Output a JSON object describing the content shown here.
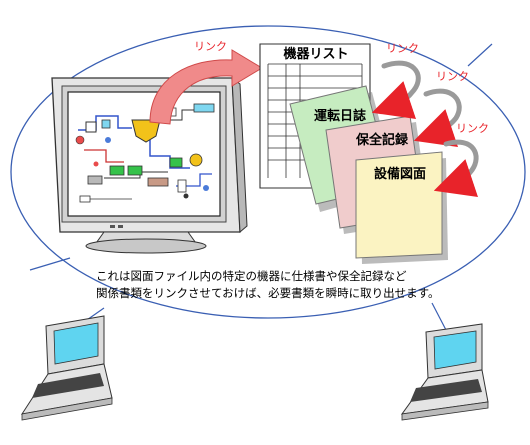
{
  "link_labels": [
    "リンク",
    "リンク",
    "リンク",
    "リンク"
  ],
  "equipment_list": {
    "title": "機器リスト"
  },
  "documents": [
    {
      "title": "運転日誌",
      "color": "#c6ecc0"
    },
    {
      "title": "保全記録",
      "color": "#f0cccc"
    },
    {
      "title": "設備図面",
      "color": "#fbf3c2"
    }
  ],
  "caption": {
    "line1": "これは図面ファイル内の特定の機器に仕様書や保全記録など",
    "line2": "関係書類をリンクさせておけば、必要書類を瞬時に取り出せます。"
  },
  "colors": {
    "link_text": "#e8232a",
    "link_arrow": "#e8232a",
    "big_arrow": "#f08a8a",
    "screen": "#5fd4f0",
    "network_line": "#3a5fb3"
  }
}
